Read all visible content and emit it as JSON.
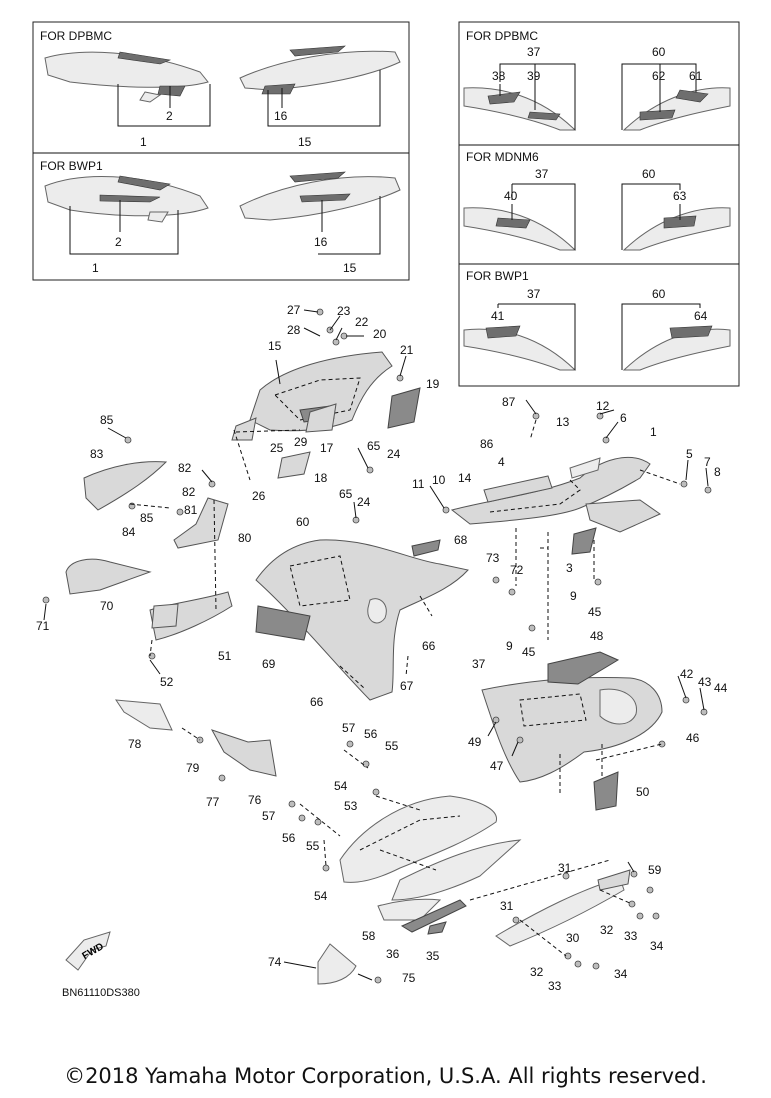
{
  "panels": {
    "top_left_1": {
      "label": "FOR DPBMC",
      "nums": [
        "1",
        "2",
        "16",
        "15"
      ]
    },
    "top_left_2": {
      "label": "FOR BWP1",
      "nums": [
        "1",
        "2",
        "16",
        "15"
      ]
    },
    "top_right_1": {
      "label": "FOR DPBMC",
      "nums": [
        "37",
        "38",
        "39",
        "60",
        "62",
        "61"
      ]
    },
    "top_right_2": {
      "label": "FOR MDNM6",
      "nums": [
        "37",
        "40",
        "60",
        "63"
      ]
    },
    "top_right_3": {
      "label": "FOR BWP1",
      "nums": [
        "37",
        "41",
        "60",
        "64"
      ]
    }
  },
  "callouts": [
    "27",
    "23",
    "22",
    "20",
    "28",
    "21",
    "15",
    "19",
    "29",
    "25",
    "17",
    "65",
    "24",
    "18",
    "26",
    "85",
    "83",
    "82",
    "84",
    "85",
    "81",
    "80",
    "82",
    "65",
    "24",
    "60",
    "68",
    "70",
    "71",
    "52",
    "51",
    "69",
    "66",
    "67",
    "66",
    "87",
    "12",
    "13",
    "6",
    "1",
    "86",
    "4",
    "11",
    "10",
    "14",
    "5",
    "7",
    "8",
    "3",
    "73",
    "72",
    "9",
    "45",
    "9",
    "45",
    "48",
    "37",
    "42",
    "43",
    "44",
    "49",
    "47",
    "46",
    "50",
    "78",
    "79",
    "77",
    "76",
    "57",
    "56",
    "55",
    "54",
    "53",
    "57",
    "56",
    "55",
    "54",
    "31",
    "59",
    "31",
    "30",
    "32",
    "33",
    "34",
    "58",
    "36",
    "35",
    "32",
    "33",
    "34",
    "74",
    "75"
  ],
  "fwd_label": "FWD",
  "diagram_code": "BN61110DS380",
  "copyright": "©2018 Yamaha Motor Corporation, U.S.A. All rights reserved."
}
